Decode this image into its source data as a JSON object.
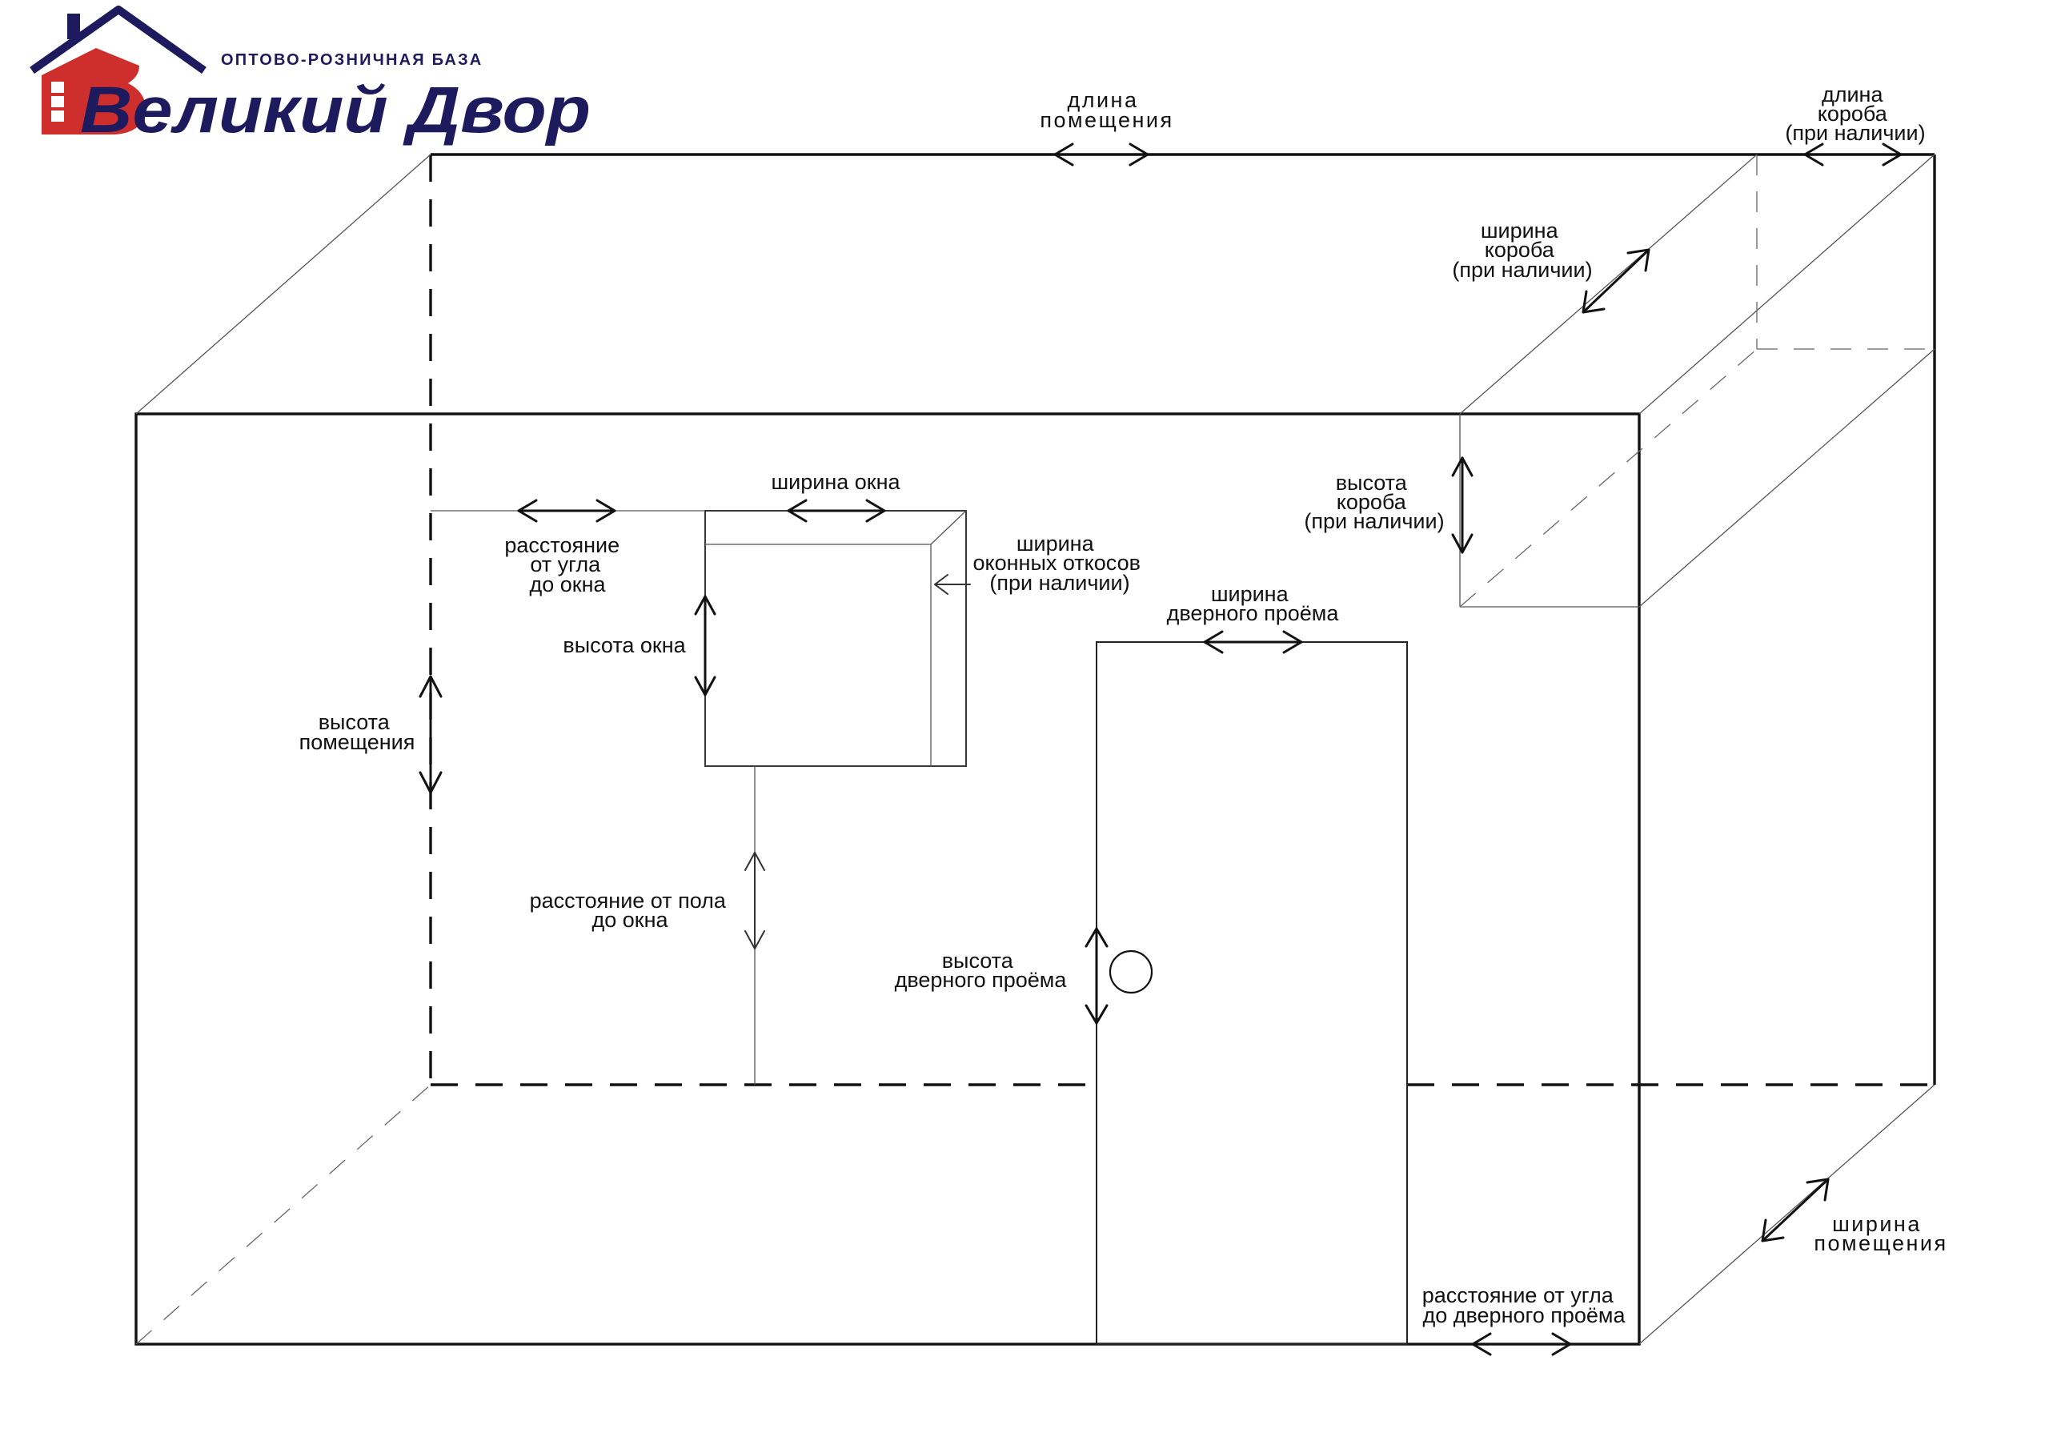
{
  "colors": {
    "logo_blue": "#1e1a5e",
    "logo_red": "#cf2f2c",
    "line": "#111111"
  },
  "logo": {
    "tagline": "ОПТОВО-РОЗНИЧНАЯ БАЗА",
    "name": "Великий Двор"
  },
  "labels": {
    "room_length": [
      "длина",
      "помещения"
    ],
    "box_length": [
      "длина",
      "короба",
      "(при наличии)"
    ],
    "box_width": [
      "ширина",
      "короба",
      "(при наличии)"
    ],
    "box_height": [
      "высота",
      "короба",
      "(при наличии)"
    ],
    "window_width": [
      "ширина окна"
    ],
    "corner_to_window": [
      "расстояние",
      "от угла",
      "до окна"
    ],
    "window_slopes_width": [
      "ширина",
      "оконных откосов",
      "(при наличии)"
    ],
    "window_height": [
      "высота окна"
    ],
    "room_height": [
      "высота",
      "помещения"
    ],
    "floor_to_window": [
      "расстояние от пола",
      "до окна"
    ],
    "door_width": [
      "ширина",
      "дверного проёма"
    ],
    "door_height": [
      "высота",
      "дверного проёма"
    ],
    "room_width": [
      "ширина",
      "помещения"
    ],
    "corner_to_door": [
      "расстояние от угла",
      "до дверного проёма"
    ]
  }
}
